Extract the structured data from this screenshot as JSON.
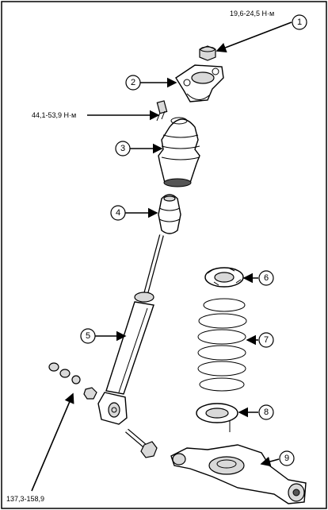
{
  "torque_labels": {
    "t1": "19,6-24,5 Н·м",
    "t2": "44,1-53,9 Н·м",
    "t3": "137,3-158,9"
  },
  "callouts": [
    "1",
    "2",
    "3",
    "4",
    "5",
    "6",
    "7",
    "8",
    "9"
  ],
  "colors": {
    "line": "#000000",
    "shade": "#d9d9d9",
    "background": "#ffffff"
  }
}
